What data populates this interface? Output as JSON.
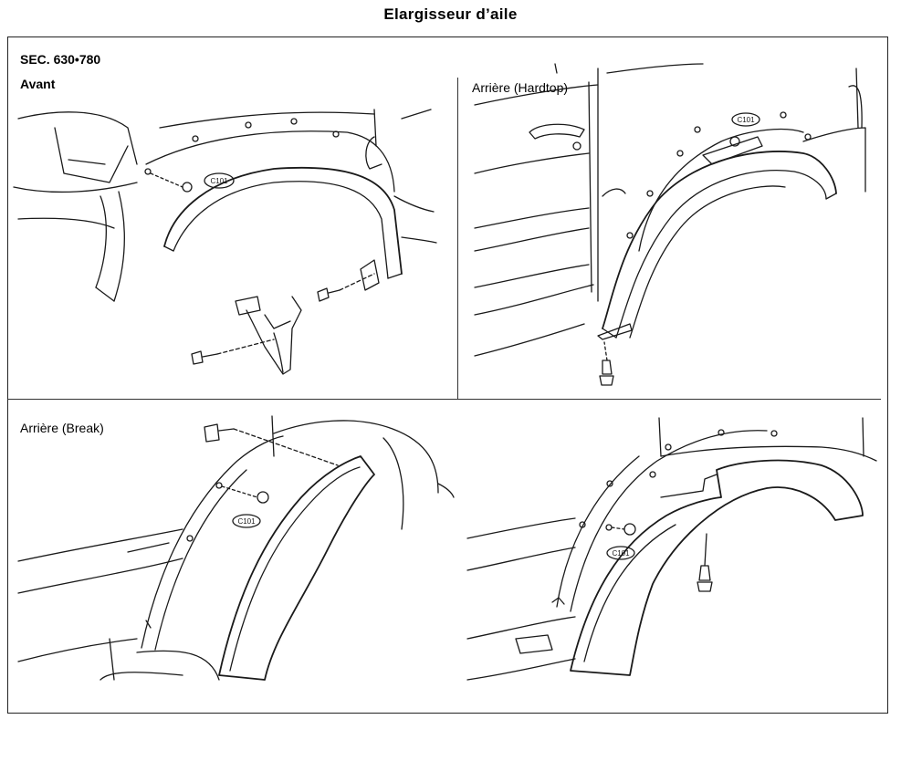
{
  "title": "Elargisseur d’aile",
  "section": "SEC. 630•780",
  "panels": {
    "front": "Avant",
    "rear_hardtop": "Arrière (Hardtop)",
    "rear_break": "Arrière (Break)"
  },
  "part_code": "C101",
  "colors": {
    "line": "#1a1a1a",
    "background": "#ffffff"
  }
}
